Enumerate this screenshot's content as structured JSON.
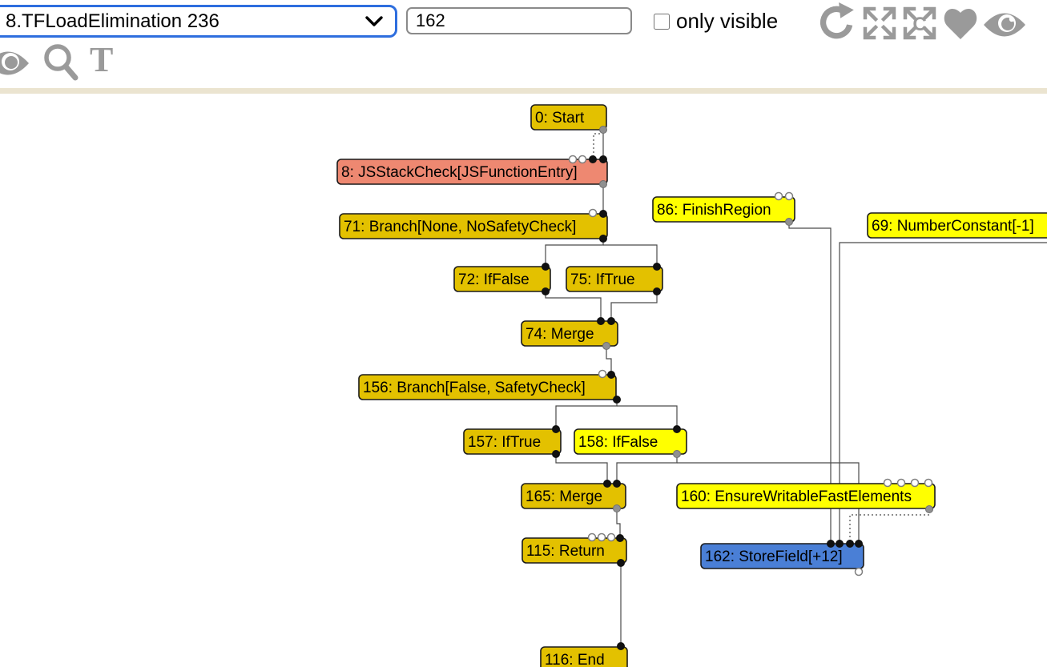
{
  "toolbar": {
    "phase_select": {
      "value": "8.TFLoadElimination 236"
    },
    "search_input": {
      "value": "162"
    },
    "only_visible": {
      "label": "only visible",
      "checked": false
    },
    "icon_c_glyph": "C",
    "icon_t_glyph": "T"
  },
  "graph": {
    "colors": {
      "control": "#e3c100",
      "common": "#ffff00",
      "javascript": "#ee8871",
      "selected": "#4a7fd6"
    },
    "nodes": [
      {
        "id": 0,
        "label": "0: Start",
        "kind": "control"
      },
      {
        "id": 8,
        "label": "8: JSStackCheck[JSFunctionEntry]",
        "kind": "javascript"
      },
      {
        "id": 71,
        "label": "71: Branch[None, NoSafetyCheck]",
        "kind": "control"
      },
      {
        "id": 86,
        "label": "86: FinishRegion",
        "kind": "common"
      },
      {
        "id": 69,
        "label": "69: NumberConstant[-1]",
        "kind": "common"
      },
      {
        "id": 72,
        "label": "72: IfFalse",
        "kind": "control"
      },
      {
        "id": 75,
        "label": "75: IfTrue",
        "kind": "control"
      },
      {
        "id": 74,
        "label": "74: Merge",
        "kind": "control"
      },
      {
        "id": 156,
        "label": "156: Branch[False, SafetyCheck]",
        "kind": "control"
      },
      {
        "id": 157,
        "label": "157: IfTrue",
        "kind": "control"
      },
      {
        "id": 158,
        "label": "158: IfFalse",
        "kind": "common"
      },
      {
        "id": 165,
        "label": "165: Merge",
        "kind": "control"
      },
      {
        "id": 160,
        "label": "160: EnsureWritableFastElements",
        "kind": "common"
      },
      {
        "id": 115,
        "label": "115: Return",
        "kind": "control"
      },
      {
        "id": 162,
        "label": "162: StoreField[+12]",
        "kind": "selected"
      },
      {
        "id": 116,
        "label": "116: End",
        "kind": "control"
      }
    ]
  }
}
